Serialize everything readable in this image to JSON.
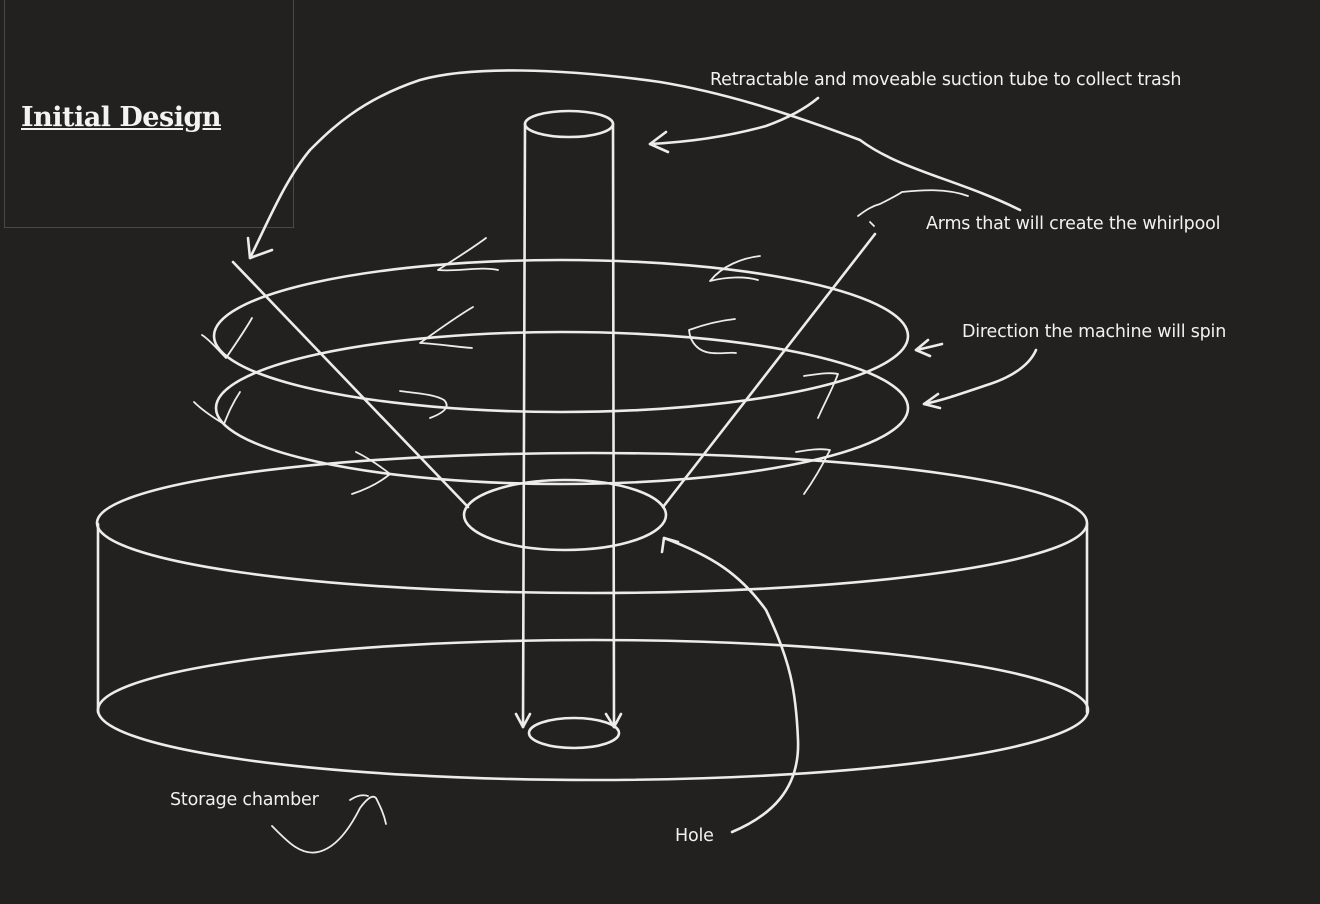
{
  "title": "Initial Design",
  "labels": {
    "suction_tube": "Retractable and moveable suction tube to collect trash",
    "arms": "Arms that will create the whirlpool",
    "spin": "Direction the machine will spin",
    "storage": "Storage chamber",
    "hole": "Hole"
  },
  "colors": {
    "background": "#222120",
    "ink": "#ececec"
  }
}
